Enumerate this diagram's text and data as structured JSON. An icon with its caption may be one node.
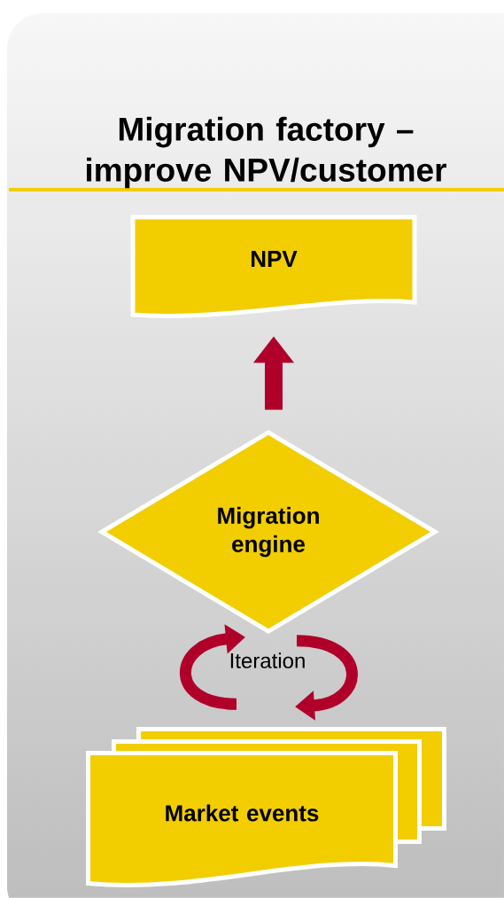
{
  "diagram": {
    "title": "Migration factory – improve NPV/customer",
    "nodes": [
      {
        "text": [
          "NPV"
        ]
      },
      {
        "text": [
          "Migration engine"
        ]
      },
      {
        "text": [
          "Market events"
        ]
      }
    ],
    "edges": [
      {
        "from": 1,
        "to": 0,
        "arrow": "to"
      },
      {
        "from": 2,
        "to": 1,
        "arrow": "to"
      },
      {
        "from": 1,
        "to": 2,
        "arrow": "to"
      }
    ],
    "labels": [
      "Iteration"
    ]
  }
}
